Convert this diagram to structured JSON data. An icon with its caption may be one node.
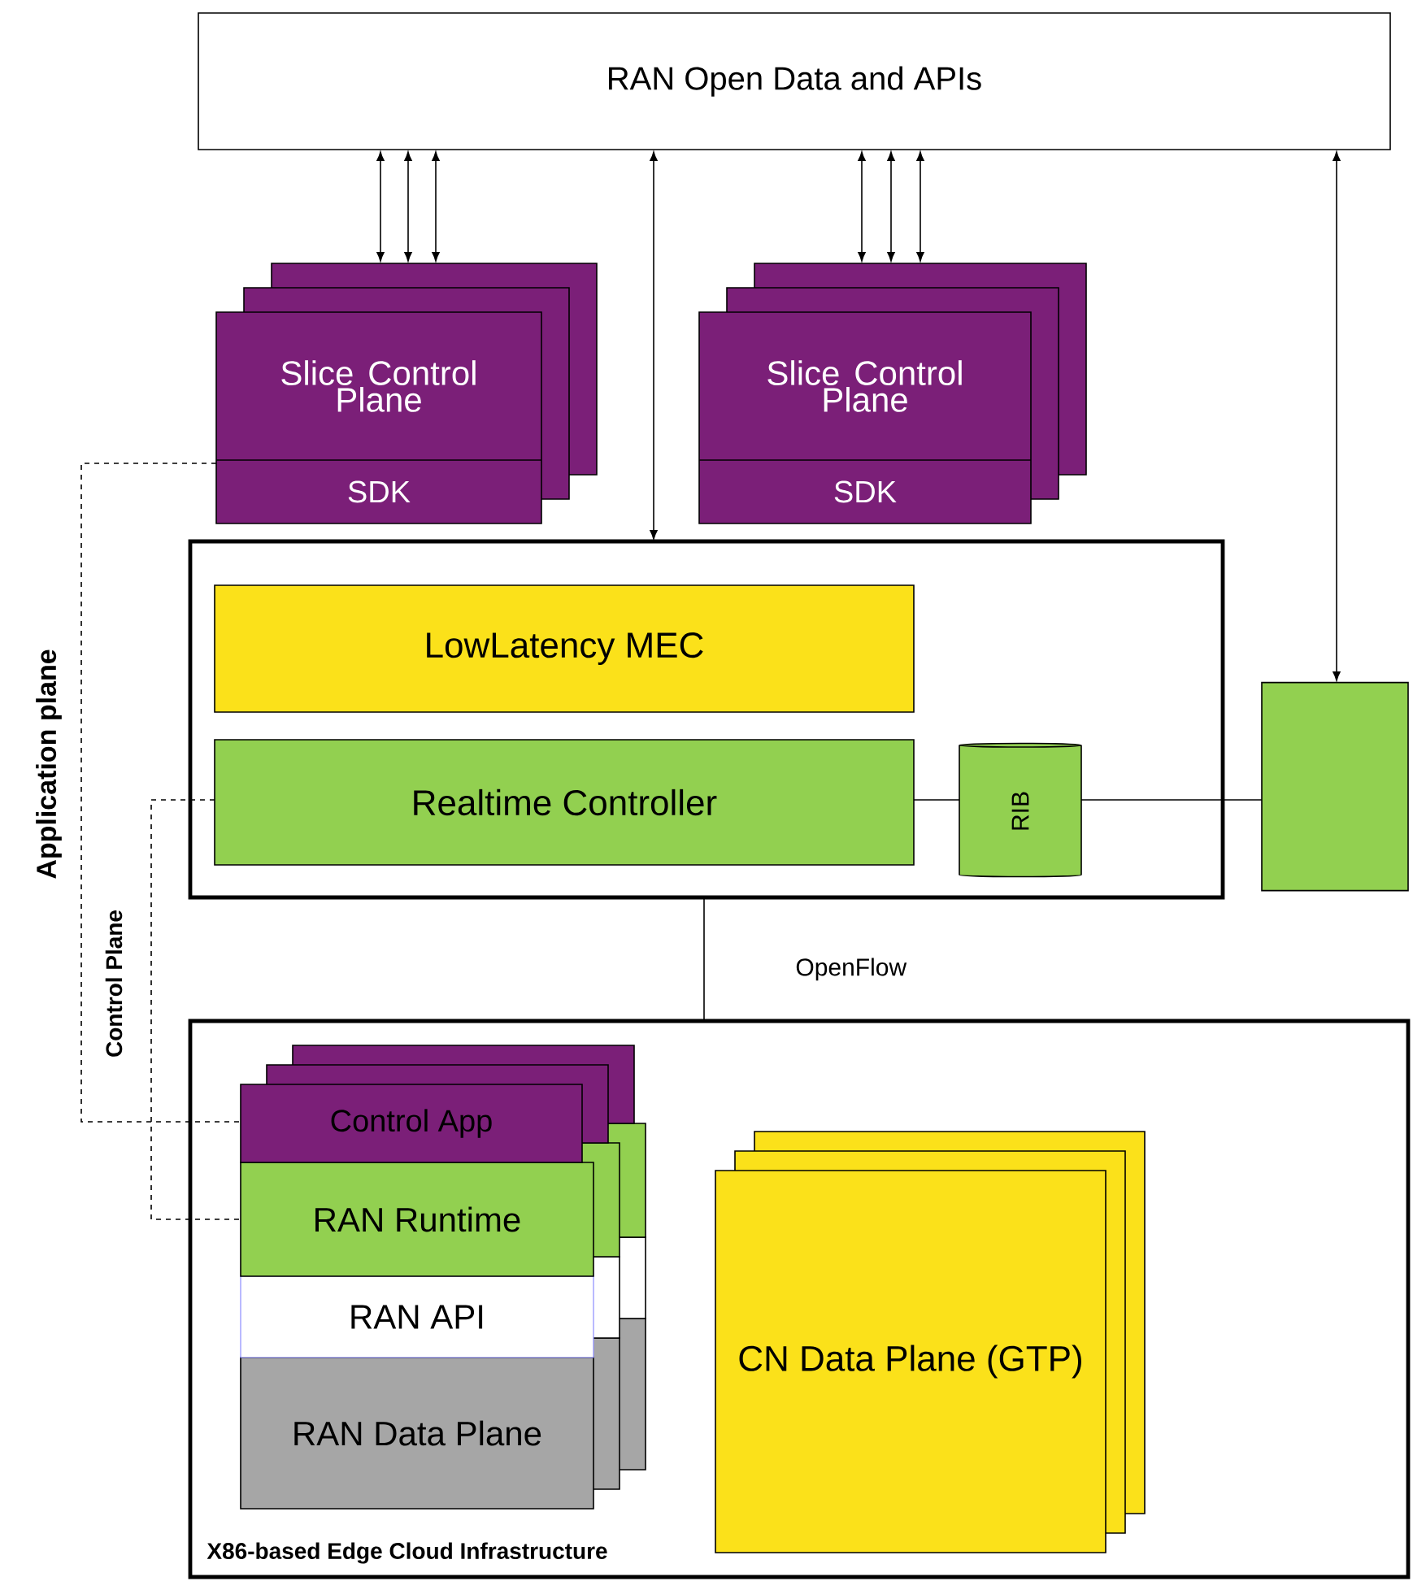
{
  "diagram": {
    "nodes": [
      {
        "text": [
          "RAN Open Data and APIs"
        ]
      },
      {
        "text": [
          "Slice Control Plane",
          "SDK"
        ]
      },
      {
        "text": [
          "Slice Control Plane",
          "SDK"
        ]
      },
      {
        "text": [],
        "shape": "box"
      },
      {
        "text": [
          "LowLatency MEC"
        ],
        "in": 3
      },
      {
        "text": [
          "Realtime Controller"
        ],
        "in": 3
      },
      {
        "text": [
          "RIB"
        ],
        "in": 3
      },
      {
        "text": [],
        "shape": "cylinder"
      },
      {
        "text": [
          "X86-based Edge Cloud Infrastructure"
        ]
      },
      {
        "text": [
          "Control App"
        ],
        "in": 8
      },
      {
        "text": [
          "RAN Runtime"
        ],
        "in": 8
      },
      {
        "text": [
          "RAN API"
        ],
        "in": 8
      },
      {
        "text": [
          "RAN Data Plane"
        ],
        "in": 8
      },
      {
        "text": [
          "CN Data Plane (GTP)"
        ],
        "in": 8
      }
    ],
    "edges": [
      {
        "from": 1,
        "to": 0,
        "arrow": "both"
      },
      {
        "from": 1,
        "to": 0,
        "arrow": "both"
      },
      {
        "from": 1,
        "to": 0,
        "arrow": "both"
      },
      {
        "from": 2,
        "to": 0,
        "arrow": "both"
      },
      {
        "from": 2,
        "to": 0,
        "arrow": "both"
      },
      {
        "from": 2,
        "to": 0,
        "arrow": "both"
      },
      {
        "from": 3,
        "to": 0,
        "arrow": "both"
      },
      {
        "from": 7,
        "to": 0,
        "arrow": "both"
      },
      {
        "from": 5,
        "to": 6,
        "arrow": "none"
      },
      {
        "from": 6,
        "to": 7,
        "arrow": "none"
      },
      {
        "from": 3,
        "to": 8,
        "arrow": "none",
        "label": "OpenFlow"
      },
      {
        "from": 1,
        "to": 9,
        "arrow": "none",
        "style": "dashed",
        "label": "Application plane"
      },
      {
        "from": 5,
        "to": 10,
        "arrow": "none",
        "style": "dashed",
        "label": "Control Plane"
      }
    ]
  }
}
